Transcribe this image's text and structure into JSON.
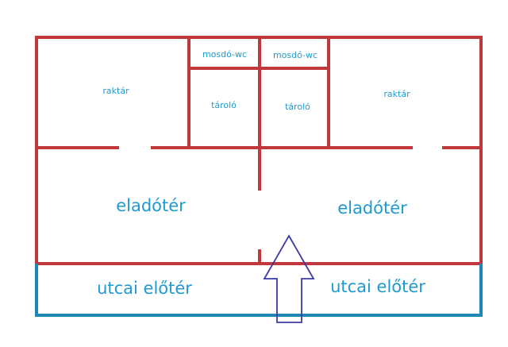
{
  "colors": {
    "wall": "#c0373c",
    "street": "#1f86b8",
    "label": "#1e9ad0",
    "arrow": "#3b3aa6"
  },
  "rooms": {
    "storage_left": "raktár",
    "wc_left": "mosdó-wc",
    "wc_right": "mosdó-wc",
    "closet_left": "tároló",
    "closet_right": "tároló",
    "storage_right": "raktár",
    "sales_left": "eladótér",
    "sales_right": "eladótér",
    "street_left": "utcai előtér",
    "street_right": "utcai előtér"
  },
  "icons": {
    "entrance": "arrow-up-icon"
  }
}
